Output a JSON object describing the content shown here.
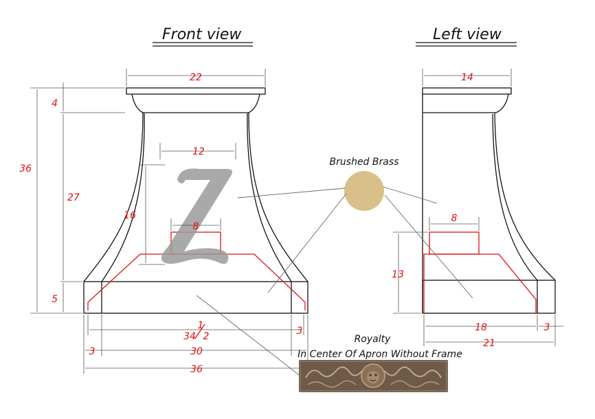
{
  "titles": {
    "front": "Front view",
    "left": "Left view"
  },
  "front_dims": {
    "top_width": "22",
    "body_width": "12",
    "duct_width": "8",
    "total_height": "36",
    "crown_height": "4",
    "body_height": "27",
    "base_height": "5",
    "duct_height": "16",
    "inner_width_top": "1",
    "inner_width_bottom": "34",
    "inner_width_den": "2",
    "left_return": "3",
    "apron_width": "30",
    "right_return": "3",
    "overall_width": "36"
  },
  "left_dims": {
    "top_width": "14",
    "duct_width": "8",
    "liner_height": "13",
    "depth": "18",
    "return": "3",
    "overall_depth": "21"
  },
  "notes": {
    "finish_label": "Brushed Brass",
    "apron_title": "Royalty",
    "apron_note": "In Center Of Apron Without Frame"
  },
  "colors": {
    "brass_swatch": "#d8c08a",
    "dimension": "#e01010",
    "apron_plate": "#6e5a48",
    "logo": "#9a9a9a"
  },
  "icons": {
    "logo": "z-logo-icon",
    "swatch": "brass-swatch-icon",
    "apron": "lion-apron-icon"
  }
}
